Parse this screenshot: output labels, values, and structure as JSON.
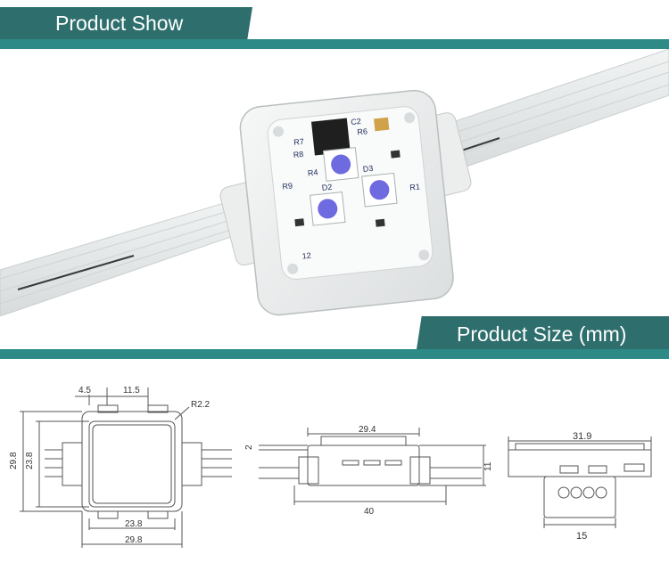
{
  "sections": {
    "show_title": "Product Show",
    "size_title": "Product Size (mm)"
  },
  "colors": {
    "teal_band": "#2d8a86",
    "teal_tab": "#2e6f6d"
  },
  "pcb_labels": {
    "r7": "R7",
    "r8": "R8",
    "r4": "R4",
    "r9": "R9",
    "d2": "D2",
    "d3": "D3",
    "r6": "R6",
    "c2": "C2",
    "r1": "R1",
    "r2": "12"
  },
  "dimensions": {
    "top_left_a": "4.5",
    "top_left_b": "11.5",
    "radius": "R2.2",
    "height_outer": "29.8",
    "height_inner": "23.8",
    "width_inner": "23.8",
    "width_outer": "29.8",
    "side_thickness": "2",
    "side_width": "29.4",
    "side_height": "11",
    "side_length": "40",
    "end_width": "31.9",
    "end_inner": "15"
  }
}
